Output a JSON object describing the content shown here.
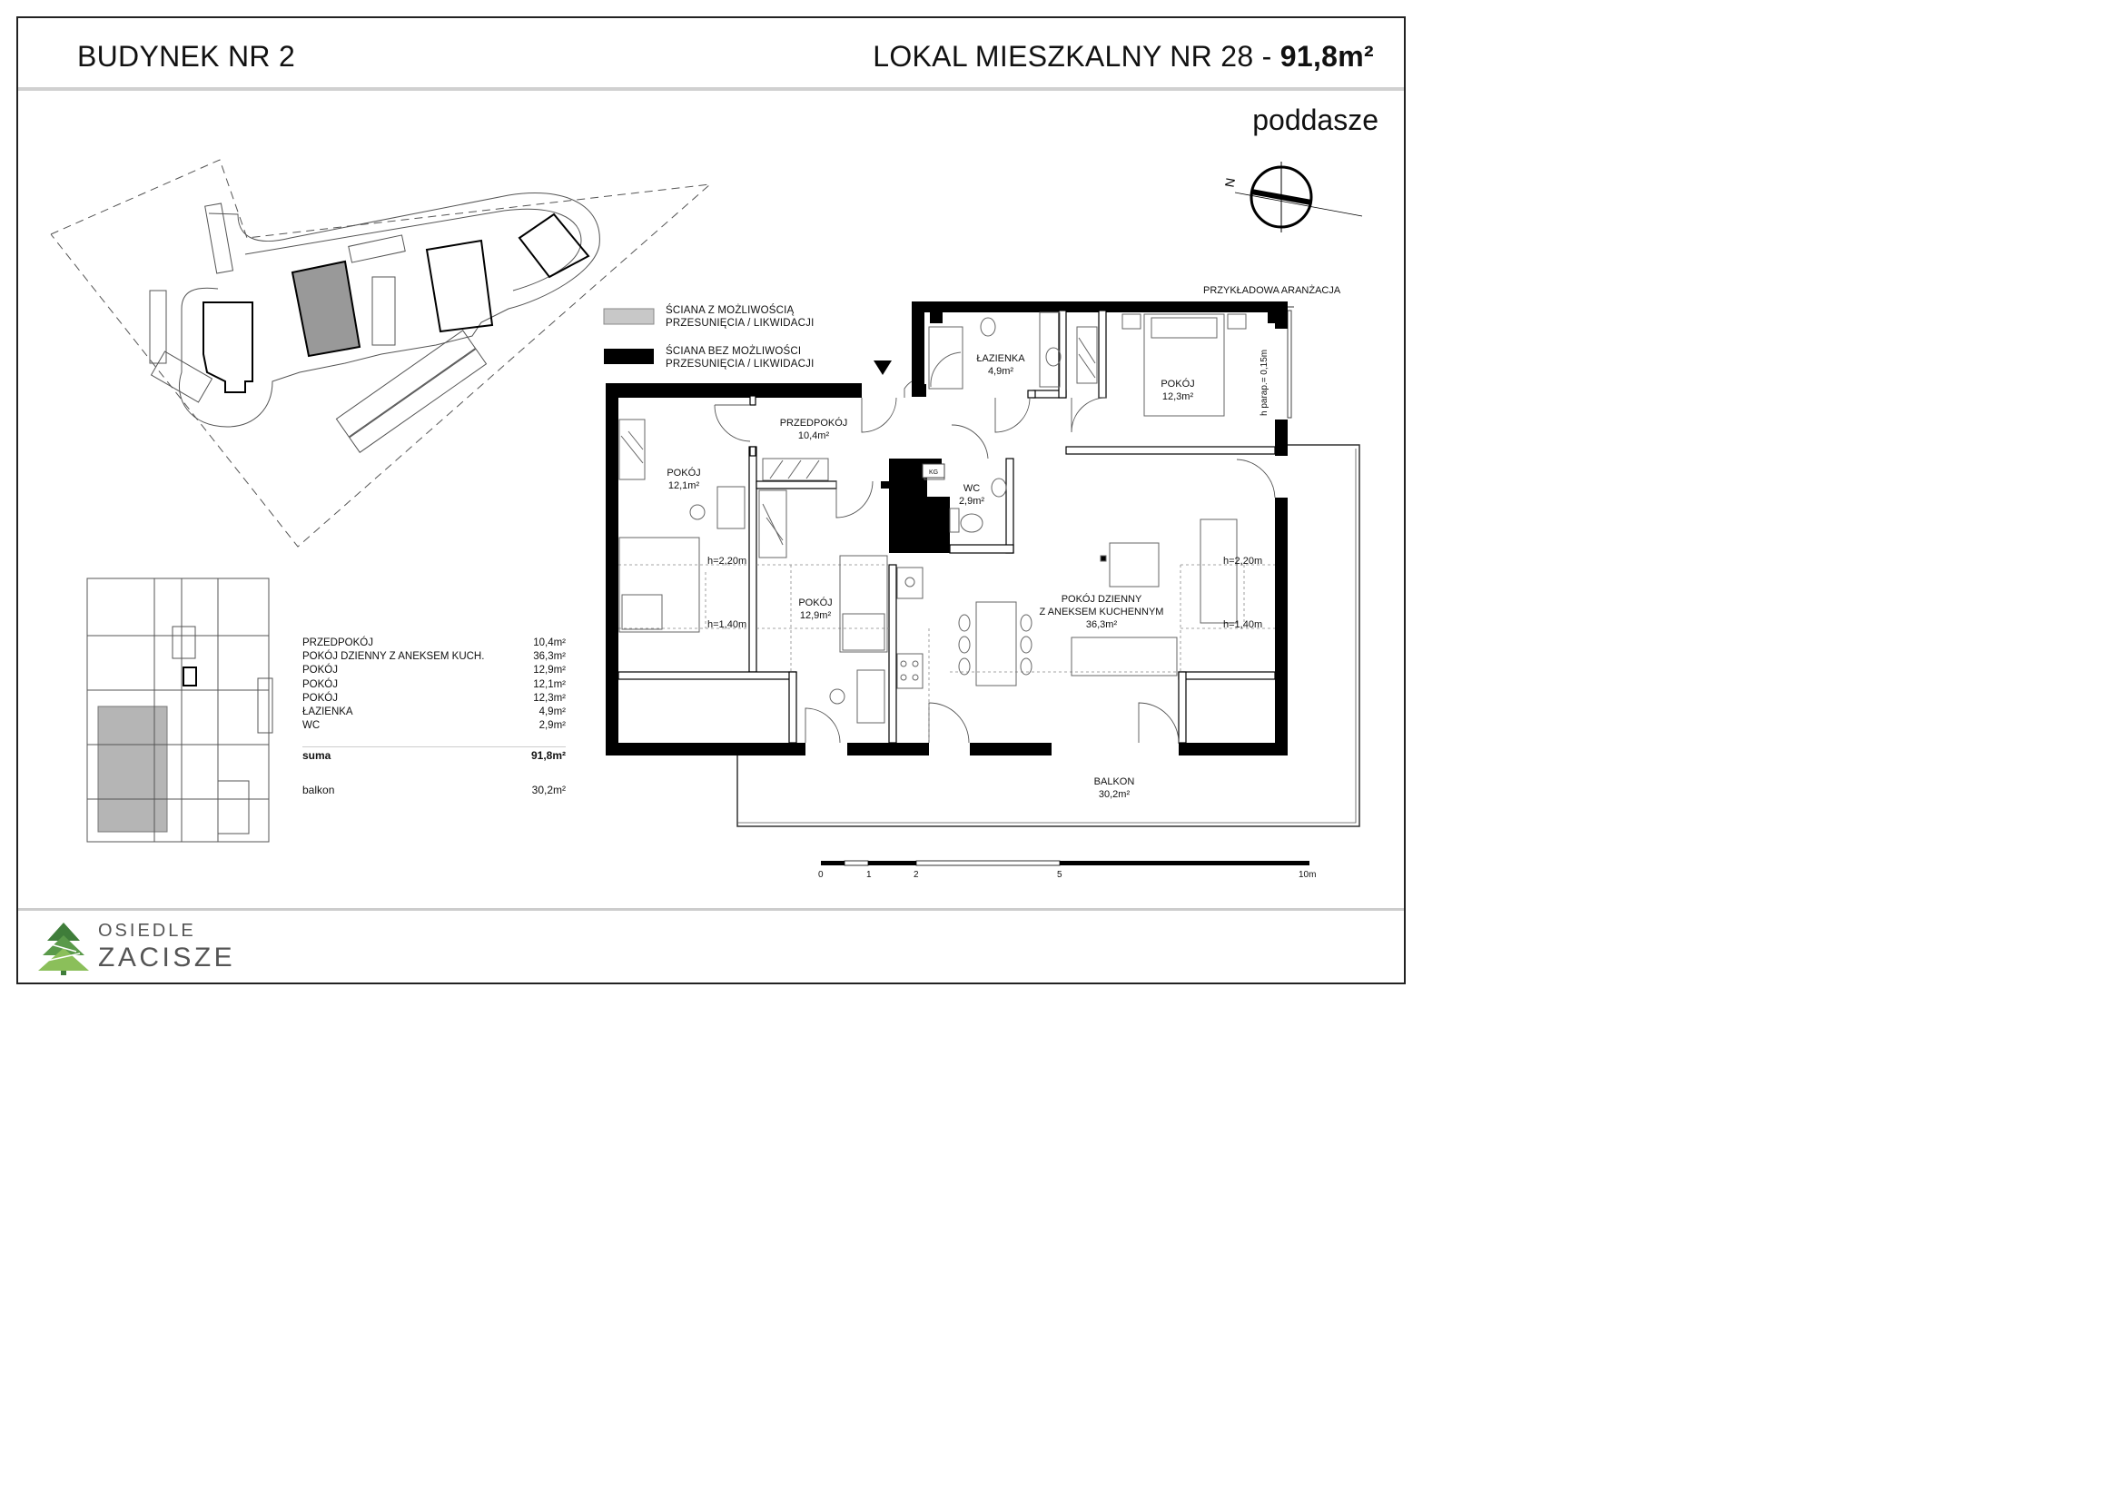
{
  "header": {
    "building": "BUDYNEK NR 2",
    "unit_prefix": "LOKAL MIESZKALNY NR 28 - ",
    "unit_area": "91,8m²",
    "floor": "poddasze"
  },
  "legend": {
    "movable_line1": "ŚCIANA Z MOŻLIWOŚCIĄ",
    "movable_line2": "PRZESUNIĘCIA / LIKWIDACJI",
    "fixed_line1": "ŚCIANA BEZ MOŻLIWOŚCI",
    "fixed_line2": "PRZESUNIĘCIA / LIKWIDACJI",
    "example_arrangement": "PRZYKŁADOWA ARANŻACJA",
    "movable_color": "#c8c8c8",
    "fixed_color": "#000000"
  },
  "compass": {
    "label": "N"
  },
  "rooms": [
    {
      "name": "PRZEDPOKÓJ",
      "area": "10,4m²"
    },
    {
      "name": "POKÓJ",
      "area": "12,1m²"
    },
    {
      "name": "POKÓJ",
      "area": "12,9m²"
    },
    {
      "name": "ŁAZIENKA",
      "area": "4,9m²"
    },
    {
      "name": "POKÓJ",
      "area": "12,3m²"
    },
    {
      "name": "WC",
      "area": "2,9m²"
    },
    {
      "name_line1": "POKÓJ DZIENNY",
      "name_line2": "Z ANEKSEM KUCHENNYM",
      "area": "36,3m²"
    },
    {
      "name": "BALKON",
      "area": "30,2m²"
    }
  ],
  "plan_labels": {
    "kg": "KG",
    "h_220_left": "h=2,20m",
    "h_140_left": "h=1,40m",
    "h_220_right": "h=2,20m",
    "h_140_right": "h=1,40m",
    "h_parap": "h parap.= 0,15m"
  },
  "area_table": {
    "rows": [
      {
        "name": "PRZEDPOKÓJ",
        "area": "10,4m²"
      },
      {
        "name": "POKÓJ DZIENNY Z ANEKSEM KUCH.",
        "area": "36,3m²"
      },
      {
        "name": "POKÓJ",
        "area": "12,9m²"
      },
      {
        "name": "POKÓJ",
        "area": "12,1m²"
      },
      {
        "name": "POKÓJ",
        "area": "12,3m²"
      },
      {
        "name": "ŁAZIENKA",
        "area": "4,9m²"
      },
      {
        "name": "WC",
        "area": "2,9m²"
      }
    ],
    "sum_label": "suma",
    "sum_value": "91,8m²",
    "balcony_label": "balkon",
    "balcony_value": "30,2m²"
  },
  "scale_bar": {
    "ticks": [
      "0",
      "1",
      "2",
      "5",
      "10m"
    ]
  },
  "logo": {
    "line1": "OSIEDLE",
    "line2": "ZACISZE",
    "tree_color": "#3f7d3a"
  }
}
